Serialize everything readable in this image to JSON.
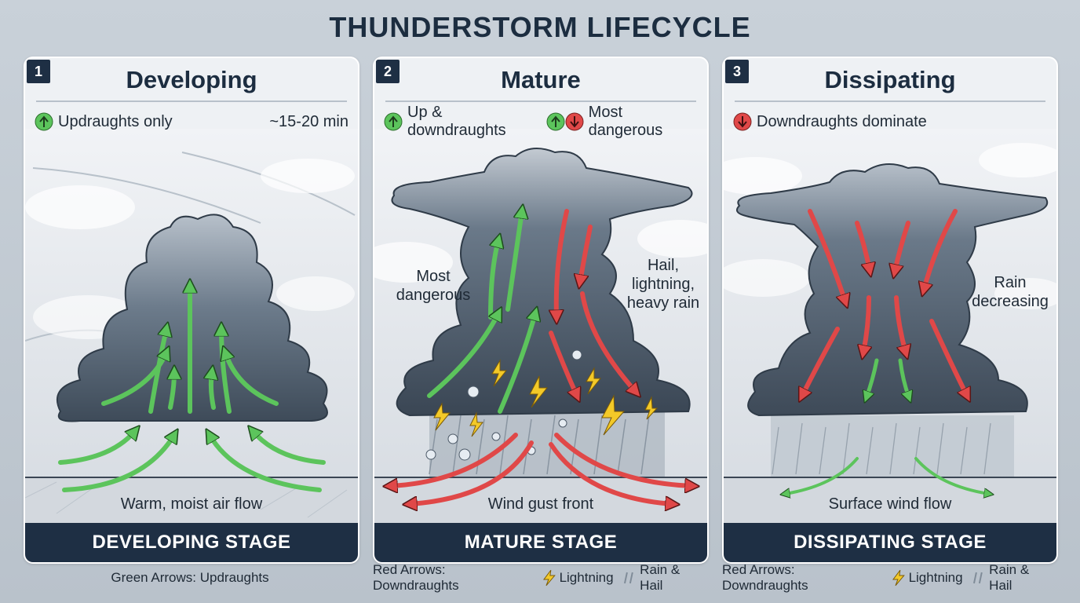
{
  "title": "THUNDERSTORM LIFECYCLE",
  "colors": {
    "updraught": "#5cc45c",
    "downdraught": "#e04848",
    "footer": "#1e2f44",
    "cloud": "#5f6f80"
  },
  "panels": [
    {
      "number": "1",
      "title": "Developing",
      "info_left": "Updraughts only",
      "info_right": "~15-20 min",
      "ground_label": "Warm, moist air flow",
      "footer": "DEVELOPING STAGE",
      "legend": {
        "green": "Green Arrows: Updraughts"
      }
    },
    {
      "number": "2",
      "title": "Mature",
      "info_left": "Up & downdraughts",
      "info_right": "Most dangerous",
      "side_left": [
        "Most",
        "dangerous"
      ],
      "side_right": [
        "Hail,",
        "lightning,",
        "heavy rain"
      ],
      "ground_label": "Wind gust front",
      "footer": "MATURE STAGE",
      "legend": {
        "red": "Red Arrows: Downdraughts",
        "lightning": "Lightning",
        "rain": "Rain & Hail"
      }
    },
    {
      "number": "3",
      "title": "Dissipating",
      "info_left": "Downdraughts dominate",
      "side_right": [
        "Rain",
        "decreasing"
      ],
      "ground_label": "Surface wind flow",
      "footer": "DISSIPATING STAGE",
      "legend": {
        "red": "Red Arrows: Downdraughts",
        "lightning": "Lightning",
        "rain": "Rain & Hail"
      }
    }
  ]
}
